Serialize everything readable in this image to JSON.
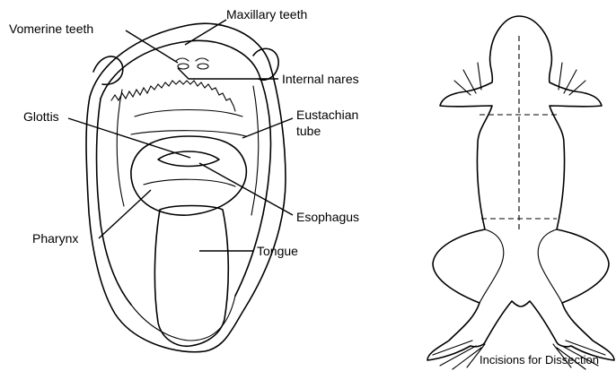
{
  "labels": {
    "vomerine_teeth": "Vomerine teeth",
    "maxillary_teeth": "Maxillary teeth",
    "internal_nares": "Internal nares",
    "glottis": "Glottis",
    "eustachian_tube_line1": "Eustachian",
    "eustachian_tube_line2": "tube",
    "pharynx": "Pharynx",
    "esophagus": "Esophagus",
    "tongue": "Tongue"
  },
  "caption": "Incisions for Dissection"
}
